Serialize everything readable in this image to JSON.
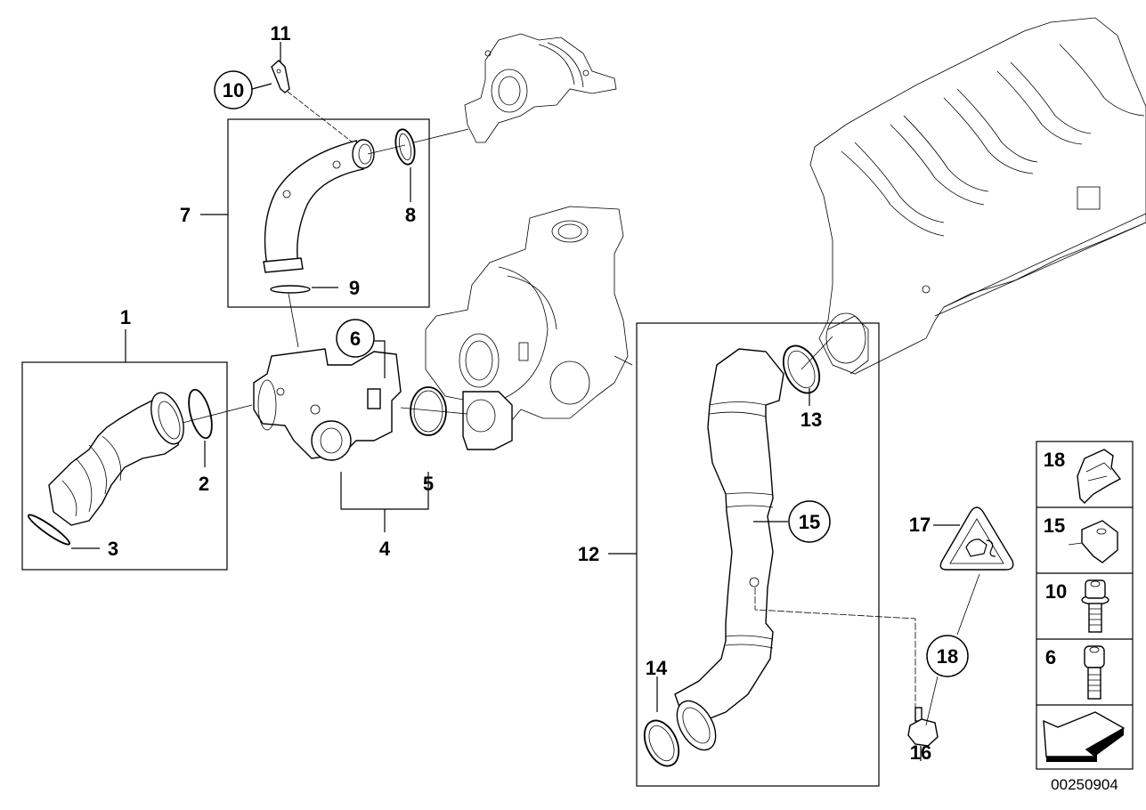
{
  "diagram": {
    "title": "Turbocharger intake / charge air pipe exploded parts diagram",
    "image_code": "00250904",
    "callouts": [
      {
        "id": "1",
        "label": "1",
        "circled": false,
        "part": "intake boot group"
      },
      {
        "id": "2",
        "label": "2",
        "circled": false,
        "part": "seal ring"
      },
      {
        "id": "3",
        "label": "3",
        "circled": false,
        "part": "seal ring"
      },
      {
        "id": "4",
        "label": "4",
        "circled": false,
        "part": "throttle / valve assembly group"
      },
      {
        "id": "5",
        "label": "5",
        "circled": false,
        "part": "O-ring"
      },
      {
        "id": "6",
        "label": "6",
        "circled": true,
        "part": "screw"
      },
      {
        "id": "7",
        "label": "7",
        "circled": false,
        "part": "pipe group"
      },
      {
        "id": "8",
        "label": "8",
        "circled": false,
        "part": "seal ring"
      },
      {
        "id": "9",
        "label": "9",
        "circled": false,
        "part": "seal ring"
      },
      {
        "id": "10",
        "label": "10",
        "circled": true,
        "part": "bolt"
      },
      {
        "id": "11",
        "label": "11",
        "circled": false,
        "part": "bracket"
      },
      {
        "id": "12",
        "label": "12",
        "circled": false,
        "part": "charge air pipe group"
      },
      {
        "id": "13",
        "label": "13",
        "circled": false,
        "part": "seal ring"
      },
      {
        "id": "14",
        "label": "14",
        "circled": false,
        "part": "seal ring"
      },
      {
        "id": "15",
        "label": "15",
        "circled": true,
        "part": "clip"
      },
      {
        "id": "16",
        "label": "16",
        "circled": false,
        "part": "sensor"
      },
      {
        "id": "17",
        "label": "17",
        "circled": false,
        "part": "warning label"
      },
      {
        "id": "18",
        "label": "18",
        "circled": true,
        "part": "clip"
      }
    ],
    "legend": [
      {
        "label": "18",
        "icon": "clip-icon"
      },
      {
        "label": "15",
        "icon": "nut-clip-icon"
      },
      {
        "label": "10",
        "icon": "flange-bolt-icon"
      },
      {
        "label": "6",
        "icon": "socket-screw-icon"
      },
      {
        "label": "",
        "icon": "direction-arrow-icon"
      }
    ]
  }
}
